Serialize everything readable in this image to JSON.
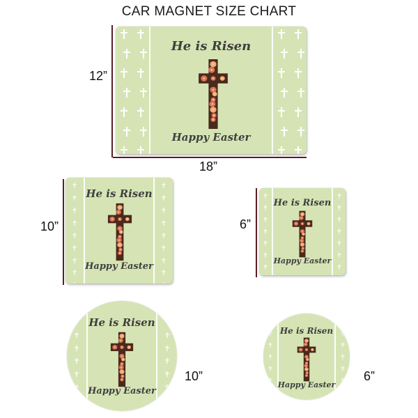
{
  "title": "CAR MAGNET SIZE CHART",
  "dimensions": {
    "large_rect": {
      "height": "12”",
      "width": "18”"
    },
    "square_10": {
      "height": "10”"
    },
    "square_6": {
      "height": "6”"
    },
    "round_10": {
      "label": "10”"
    },
    "round_6": {
      "label": "6”"
    }
  },
  "magnet_text": {
    "top": "He is Risen",
    "bottom": "Happy Easter"
  },
  "colors": {
    "background": "#d6e4b5",
    "stripe": "#ffffff",
    "text": "#3f3f3f",
    "bracket": "#5a1f22",
    "cross_fill": "#d9735a",
    "cross_dark": "#4a2a1c",
    "cross_accent": "#f0a97a"
  }
}
